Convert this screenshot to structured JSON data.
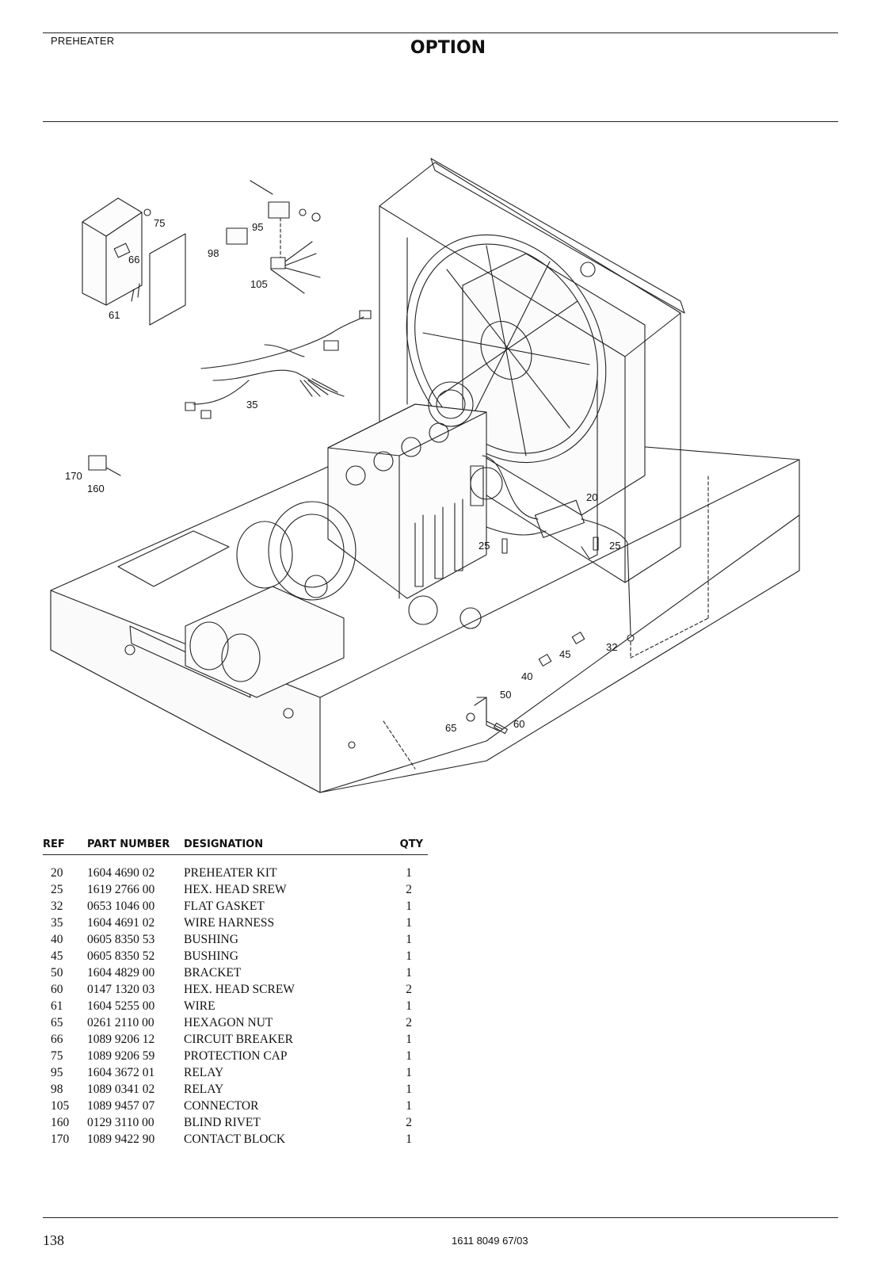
{
  "header": {
    "section": "PREHEATER",
    "title": "OPTION"
  },
  "drawing": {
    "callouts": [
      "20",
      "25",
      "25",
      "32",
      "35",
      "40",
      "45",
      "50",
      "60",
      "61",
      "65",
      "66",
      "75",
      "95",
      "98",
      "105",
      "160",
      "170"
    ]
  },
  "parts_table": {
    "headers": {
      "ref": "REF",
      "part_number": "PART NUMBER",
      "designation": "DESIGNATION",
      "qty": "QTY"
    },
    "rows": [
      {
        "ref": "20",
        "part_number": "1604 4690 02",
        "designation": "PREHEATER KIT",
        "qty": "1"
      },
      {
        "ref": "25",
        "part_number": "1619 2766 00",
        "designation": "HEX. HEAD SREW",
        "qty": "2"
      },
      {
        "ref": "32",
        "part_number": "0653 1046 00",
        "designation": "FLAT GASKET",
        "qty": "1"
      },
      {
        "ref": "35",
        "part_number": "1604 4691 02",
        "designation": "WIRE HARNESS",
        "qty": "1"
      },
      {
        "ref": "40",
        "part_number": "0605 8350 53",
        "designation": "BUSHING",
        "qty": "1"
      },
      {
        "ref": "45",
        "part_number": "0605 8350 52",
        "designation": "BUSHING",
        "qty": "1"
      },
      {
        "ref": "50",
        "part_number": "1604 4829 00",
        "designation": "BRACKET",
        "qty": "1"
      },
      {
        "ref": "60",
        "part_number": "0147 1320 03",
        "designation": "HEX. HEAD SCREW",
        "qty": "2"
      },
      {
        "ref": "61",
        "part_number": "1604 5255 00",
        "designation": "WIRE",
        "qty": "1"
      },
      {
        "ref": "65",
        "part_number": "0261 2110 00",
        "designation": "HEXAGON NUT",
        "qty": "2"
      },
      {
        "ref": "66",
        "part_number": "1089 9206 12",
        "designation": "CIRCUIT BREAKER",
        "qty": "1"
      },
      {
        "ref": "75",
        "part_number": "1089 9206 59",
        "designation": "PROTECTION CAP",
        "qty": "1"
      },
      {
        "ref": "95",
        "part_number": "1604 3672 01",
        "designation": "RELAY",
        "qty": "1"
      },
      {
        "ref": "98",
        "part_number": "1089 0341 02",
        "designation": "RELAY",
        "qty": "1"
      },
      {
        "ref": "105",
        "part_number": "1089 9457 07",
        "designation": "CONNECTOR",
        "qty": "1"
      },
      {
        "ref": "160",
        "part_number": "0129 3110 00",
        "designation": "BLIND RIVET",
        "qty": "2"
      },
      {
        "ref": "170",
        "part_number": "1089 9422 90",
        "designation": "CONTACT BLOCK",
        "qty": "1"
      }
    ]
  },
  "footer": {
    "page_number": "138",
    "document_number": "1611 8049 67/03"
  }
}
